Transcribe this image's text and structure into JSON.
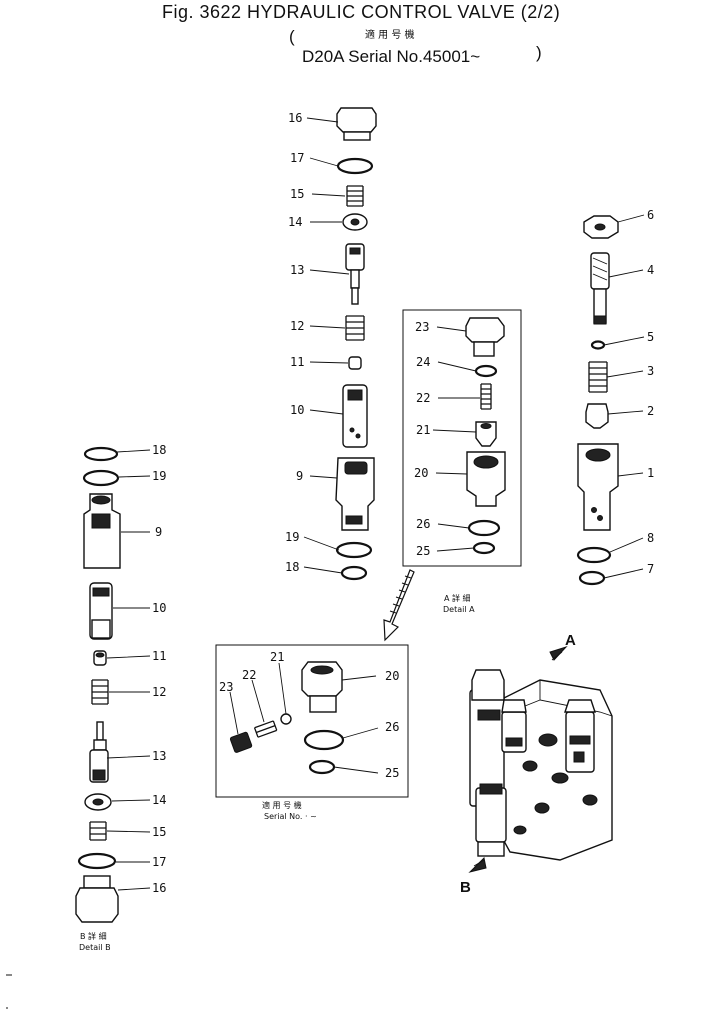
{
  "header": {
    "title": "Fig. 3622 HYDRAULIC CONTROL VALVE (2/2)",
    "applicability_jp": "適 用 号 機",
    "applicability": "D20A Serial No.45001~"
  },
  "detail_a": {
    "caption_jp": "A 詳 細",
    "caption": "Detail A",
    "parts": [
      "23",
      "24",
      "22",
      "21",
      "20",
      "26",
      "25"
    ]
  },
  "inset": {
    "caption_jp": "適 用 号 機",
    "caption": "Serial No.    ·  ~",
    "parts": [
      "21",
      "20",
      "22",
      "23",
      "26",
      "25"
    ]
  },
  "detail_b": {
    "caption_jp": "B 詳 細",
    "caption": "Detail B",
    "parts": [
      "18",
      "19",
      "9",
      "10",
      "11",
      "12",
      "13",
      "14",
      "15",
      "17",
      "16"
    ]
  },
  "center_stack": {
    "parts": [
      "16",
      "17",
      "15",
      "14",
      "13",
      "12",
      "11",
      "10",
      "9",
      "19",
      "18"
    ]
  },
  "right_stack": {
    "parts": [
      "6",
      "4",
      "5",
      "3",
      "2",
      "1",
      "8",
      "7"
    ]
  },
  "assembly": {
    "arrow_a": "A",
    "arrow_b": "B"
  }
}
